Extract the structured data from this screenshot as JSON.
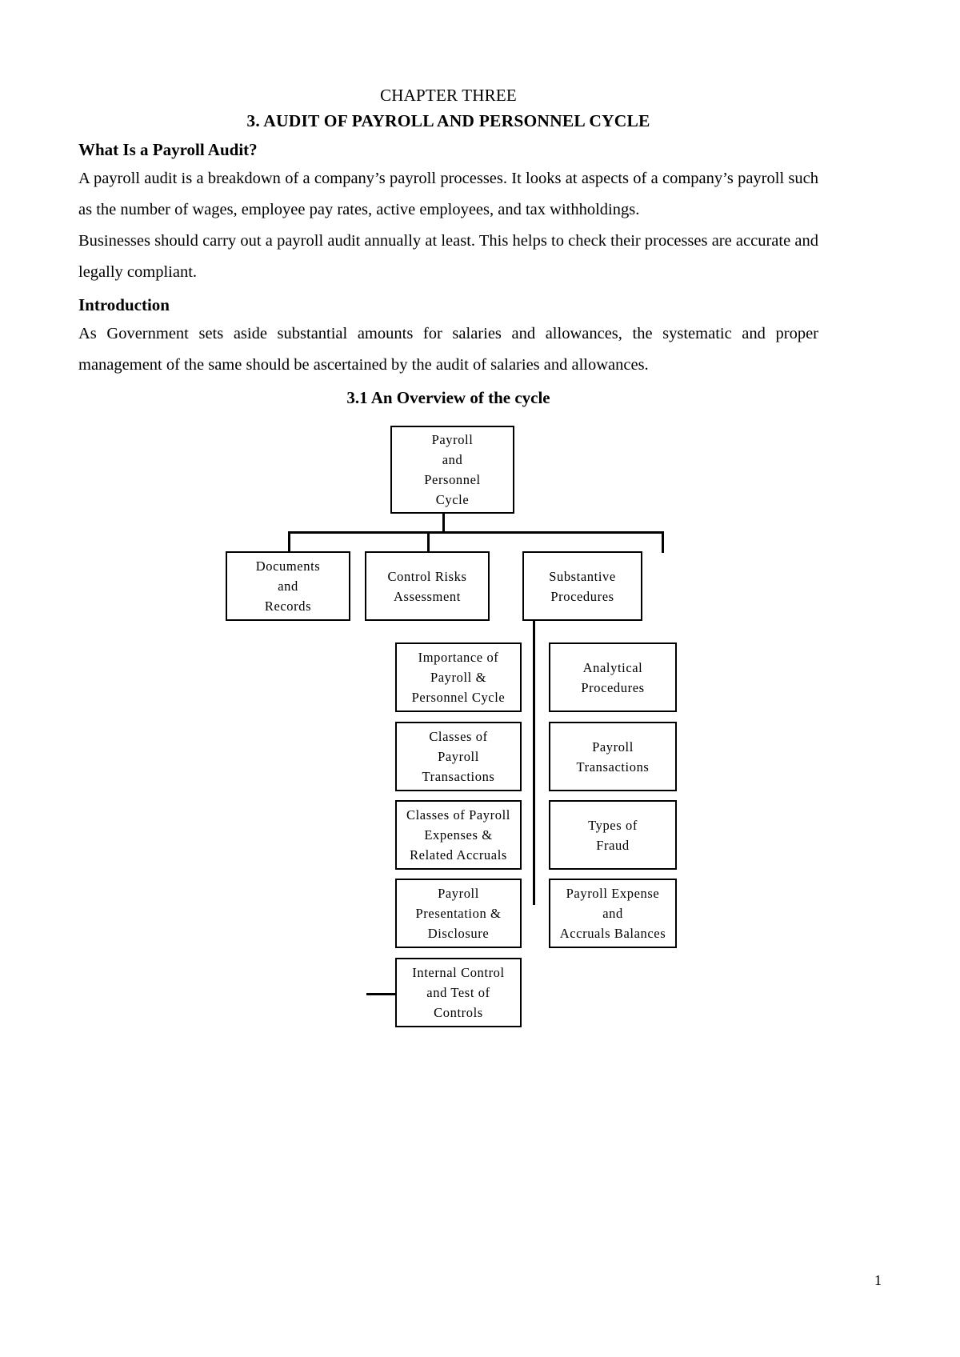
{
  "document": {
    "chapter_label": "CHAPTER THREE",
    "chapter_title": "3. AUDIT OF PAYROLL AND PERSONNEL CYCLE",
    "page_number": "1",
    "sections": {
      "what_is_heading": "What Is a Payroll Audit?",
      "what_is_par1": "A payroll audit is a breakdown of a company’s payroll processes. It looks at aspects of a company’s payroll such as the number of wages, employee pay rates, active employees, and tax withholdings.",
      "what_is_par2": "Businesses should carry out a payroll audit annually at least. This helps to check their processes are accurate and legally compliant.",
      "intro_heading": "Introduction",
      "intro_par1": "As Government sets aside substantial amounts for salaries and allowances, the systematic and proper management of the same should be ascertained by the audit of salaries and allowances.",
      "overview_heading": "3.1 An Overview of the cycle"
    }
  },
  "diagram": {
    "root": {
      "lines": [
        "Payroll",
        "and",
        "Personnel",
        "Cycle"
      ]
    },
    "branches": [
      {
        "lines": [
          "Documents",
          "and",
          "Records"
        ]
      },
      {
        "lines": [
          "Control Risks",
          "Assessment"
        ]
      },
      {
        "lines": [
          "Substantive",
          "Procedures"
        ]
      }
    ],
    "left_column": [
      {
        "lines": [
          "Importance of",
          "Payroll &",
          "Personnel Cycle"
        ]
      },
      {
        "lines": [
          "Classes of",
          "Payroll",
          "Transactions"
        ]
      },
      {
        "lines": [
          "Classes of Payroll",
          "Expenses &",
          "Related Accruals"
        ]
      },
      {
        "lines": [
          "Payroll",
          "Presentation &",
          "Disclosure"
        ]
      },
      {
        "lines": [
          "Internal Control",
          "and Test of",
          "Controls"
        ]
      }
    ],
    "right_column": [
      {
        "lines": [
          "Analytical",
          "Procedures"
        ]
      },
      {
        "lines": [
          "Payroll",
          "Transactions"
        ]
      },
      {
        "lines": [
          "Types of",
          "Fraud"
        ]
      },
      {
        "lines": [
          "Payroll Expense",
          "and",
          "Accruals Balances"
        ]
      }
    ]
  }
}
